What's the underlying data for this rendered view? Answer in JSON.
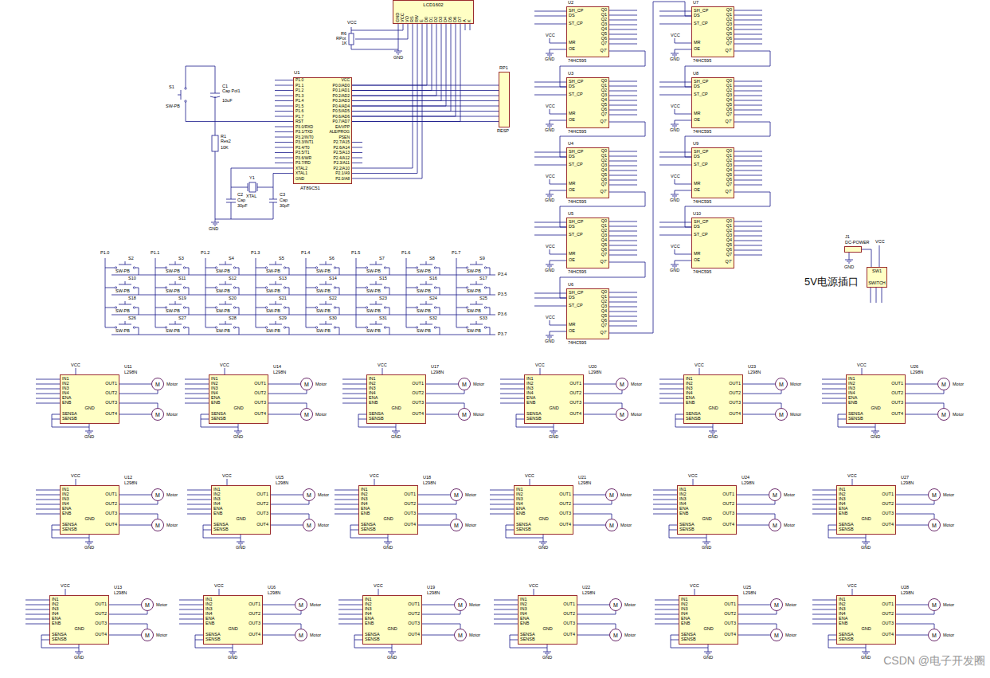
{
  "diagram": {
    "nodes": [
      {
        "text": [
          "LCD1602",
          "GND",
          "VCC",
          "VO",
          "RS",
          "RW",
          "E",
          "D0",
          "D1",
          "D2",
          "D3",
          "D4",
          "D5",
          "D6",
          "D7",
          "A",
          "K"
        ]
      },
      {
        "text": [
          "U1",
          "AT89C51",
          "P1.0",
          "P1.1",
          "P1.2",
          "P1.3",
          "P1.4",
          "P1.5",
          "P1.6",
          "P1.7",
          "RST",
          "P3.0/RXD",
          "P3.1/TXD",
          "P3.2/INT0",
          "P3.3/INT1",
          "P3.4/T0",
          "P3.5/T1",
          "P3.6/WR",
          "P3.7/RD",
          "XTAL2",
          "XTAL1",
          "GND",
          "VCC",
          "P0.0/AD0",
          "P0.1/AD1",
          "P0.2/AD2",
          "P0.3/AD3",
          "P0.4/AD4",
          "P0.5/AD5",
          "P0.6/AD6",
          "P0.7/AD7",
          "EA/VPP",
          "ALE/PROG",
          "PSEN",
          "P2.7/A15",
          "P2.6/A14",
          "P2.5/A13",
          "P2.4/A12",
          "P2.3/A11",
          "P2.2/A10",
          "P2.1/A9",
          "P2.0/A8"
        ]
      },
      {
        "text": [
          "RP1",
          "RESP"
        ]
      },
      {
        "text": [
          "U2",
          "74HC595",
          "SH_CP",
          "DS",
          "ST_CP",
          "MR",
          "OE",
          "Q0",
          "Q1",
          "Q2",
          "Q3",
          "Q4",
          "Q5",
          "Q6",
          "Q7",
          "Q7'"
        ]
      },
      {
        "text": [
          "U3",
          "74HC595",
          "SH_CP",
          "DS",
          "ST_CP",
          "MR",
          "OE",
          "Q0",
          "Q1",
          "Q2",
          "Q3",
          "Q4",
          "Q5",
          "Q6",
          "Q7",
          "Q7'"
        ]
      },
      {
        "text": [
          "U4",
          "74HC595",
          "SH_CP",
          "DS",
          "ST_CP",
          "MR",
          "OE",
          "Q0",
          "Q1",
          "Q2",
          "Q3",
          "Q4",
          "Q5",
          "Q6",
          "Q7",
          "Q7'"
        ]
      },
      {
        "text": [
          "U5",
          "74HC595",
          "SH_CP",
          "DS",
          "ST_CP",
          "MR",
          "OE",
          "Q0",
          "Q1",
          "Q2",
          "Q3",
          "Q4",
          "Q5",
          "Q6",
          "Q7",
          "Q7'"
        ]
      },
      {
        "text": [
          "U6",
          "74HC595",
          "SH_CP",
          "DS",
          "ST_CP",
          "MR",
          "OE",
          "Q0",
          "Q1",
          "Q2",
          "Q3",
          "Q4",
          "Q5",
          "Q6",
          "Q7",
          "Q7'"
        ]
      },
      {
        "text": [
          "U7",
          "74HC595",
          "SH_CP",
          "DS",
          "ST_CP",
          "MR",
          "OE",
          "Q0",
          "Q1",
          "Q2",
          "Q3",
          "Q4",
          "Q5",
          "Q6",
          "Q7",
          "Q7'"
        ]
      },
      {
        "text": [
          "U8",
          "74HC595",
          "SH_CP",
          "DS",
          "ST_CP",
          "MR",
          "OE",
          "Q0",
          "Q1",
          "Q2",
          "Q3",
          "Q4",
          "Q5",
          "Q6",
          "Q7",
          "Q7'"
        ]
      },
      {
        "text": [
          "U9",
          "74HC595",
          "SH_CP",
          "DS",
          "ST_CP",
          "MR",
          "OE",
          "Q0",
          "Q1",
          "Q2",
          "Q3",
          "Q4",
          "Q5",
          "Q6",
          "Q7",
          "Q7'"
        ]
      },
      {
        "text": [
          "U10",
          "74HC595",
          "SH_CP",
          "DS",
          "ST_CP",
          "MR",
          "OE",
          "Q0",
          "Q1",
          "Q2",
          "Q3",
          "Q4",
          "Q5",
          "Q6",
          "Q7",
          "Q7'"
        ]
      },
      {
        "text": [
          "U11",
          "L298N",
          "IN1",
          "IN2",
          "IN3",
          "IN4",
          "ENA",
          "ENB",
          "SENSA",
          "SENSB",
          "OUT1",
          "OUT2",
          "OUT3",
          "OUT4",
          "GND"
        ]
      },
      {
        "text": [
          "M",
          "Motor"
        ]
      },
      {
        "text": [
          "M",
          "Motor"
        ]
      },
      {
        "text": [
          "U14",
          "L298N",
          "IN1",
          "IN2",
          "IN3",
          "IN4",
          "ENA",
          "ENB",
          "SENSA",
          "SENSB",
          "OUT1",
          "OUT2",
          "OUT3",
          "OUT4",
          "GND"
        ]
      },
      {
        "text": [
          "M",
          "Motor"
        ]
      },
      {
        "text": [
          "M",
          "Motor"
        ]
      },
      {
        "text": [
          "U17",
          "L298N",
          "IN1",
          "IN2",
          "IN3",
          "IN4",
          "ENA",
          "ENB",
          "SENSA",
          "SENSB",
          "OUT1",
          "OUT2",
          "OUT3",
          "OUT4",
          "GND"
        ]
      },
      {
        "text": [
          "M",
          "Motor"
        ]
      },
      {
        "text": [
          "M",
          "Motor"
        ]
      },
      {
        "text": [
          "U20",
          "L298N",
          "IN1",
          "IN2",
          "IN3",
          "IN4",
          "ENA",
          "ENB",
          "SENSA",
          "SENSB",
          "OUT1",
          "OUT2",
          "OUT3",
          "OUT4",
          "GND"
        ]
      },
      {
        "text": [
          "M",
          "Motor"
        ]
      },
      {
        "text": [
          "M",
          "Motor"
        ]
      },
      {
        "text": [
          "U23",
          "L298N",
          "IN1",
          "IN2",
          "IN3",
          "IN4",
          "ENA",
          "ENB",
          "SENSA",
          "SENSB",
          "OUT1",
          "OUT2",
          "OUT3",
          "OUT4",
          "GND"
        ]
      },
      {
        "text": [
          "M",
          "Motor"
        ]
      },
      {
        "text": [
          "M",
          "Motor"
        ]
      },
      {
        "text": [
          "U26",
          "L298N",
          "IN1",
          "IN2",
          "IN3",
          "IN4",
          "ENA",
          "ENB",
          "SENSA",
          "SENSB",
          "OUT1",
          "OUT2",
          "OUT3",
          "OUT4",
          "GND"
        ]
      },
      {
        "text": [
          "M",
          "Motor"
        ]
      },
      {
        "text": [
          "M",
          "Motor"
        ]
      },
      {
        "text": [
          "U12",
          "L298N",
          "IN1",
          "IN2",
          "IN3",
          "IN4",
          "ENA",
          "ENB",
          "SENSA",
          "SENSB",
          "OUT1",
          "OUT2",
          "OUT3",
          "OUT4",
          "GND"
        ]
      },
      {
        "text": [
          "M",
          "Motor"
        ]
      },
      {
        "text": [
          "M",
          "Motor"
        ]
      },
      {
        "text": [
          "U15",
          "L298N",
          "IN1",
          "IN2",
          "IN3",
          "IN4",
          "ENA",
          "ENB",
          "SENSA",
          "SENSB",
          "OUT1",
          "OUT2",
          "OUT3",
          "OUT4",
          "GND"
        ]
      },
      {
        "text": [
          "M",
          "Motor"
        ]
      },
      {
        "text": [
          "M",
          "Motor"
        ]
      },
      {
        "text": [
          "U18",
          "L298N",
          "IN1",
          "IN2",
          "IN3",
          "IN4",
          "ENA",
          "ENB",
          "SENSA",
          "SENSB",
          "OUT1",
          "OUT2",
          "OUT3",
          "OUT4",
          "GND"
        ]
      },
      {
        "text": [
          "M",
          "Motor"
        ]
      },
      {
        "text": [
          "M",
          "Motor"
        ]
      },
      {
        "text": [
          "U21",
          "L298N",
          "IN1",
          "IN2",
          "IN3",
          "IN4",
          "ENA",
          "ENB",
          "SENSA",
          "SENSB",
          "OUT1",
          "OUT2",
          "OUT3",
          "OUT4",
          "GND"
        ]
      },
      {
        "text": [
          "M",
          "Motor"
        ]
      },
      {
        "text": [
          "M",
          "Motor"
        ]
      },
      {
        "text": [
          "U24",
          "L298N",
          "IN1",
          "IN2",
          "IN3",
          "IN4",
          "ENA",
          "ENB",
          "SENSA",
          "SENSB",
          "OUT1",
          "OUT2",
          "OUT3",
          "OUT4",
          "GND"
        ]
      },
      {
        "text": [
          "M",
          "Motor"
        ]
      },
      {
        "text": [
          "M",
          "Motor"
        ]
      },
      {
        "text": [
          "U27",
          "L298N",
          "IN1",
          "IN2",
          "IN3",
          "IN4",
          "ENA",
          "ENB",
          "SENSA",
          "SENSB",
          "OUT1",
          "OUT2",
          "OUT3",
          "OUT4",
          "GND"
        ]
      },
      {
        "text": [
          "M",
          "Motor"
        ]
      },
      {
        "text": [
          "M",
          "Motor"
        ]
      },
      {
        "text": [
          "U13",
          "L298N",
          "IN1",
          "IN2",
          "IN3",
          "IN4",
          "ENA",
          "ENB",
          "SENSA",
          "SENSB",
          "OUT1",
          "OUT2",
          "OUT3",
          "OUT4",
          "GND"
        ]
      },
      {
        "text": [
          "M",
          "Motor"
        ]
      },
      {
        "text": [
          "M",
          "Motor"
        ]
      },
      {
        "text": [
          "U16",
          "L298N",
          "IN1",
          "IN2",
          "IN3",
          "IN4",
          "ENA",
          "ENB",
          "SENSA",
          "SENSB",
          "OUT1",
          "OUT2",
          "OUT3",
          "OUT4",
          "GND"
        ]
      },
      {
        "text": [
          "M",
          "Motor"
        ]
      },
      {
        "text": [
          "M",
          "Motor"
        ]
      },
      {
        "text": [
          "U19",
          "L298N",
          "IN1",
          "IN2",
          "IN3",
          "IN4",
          "ENA",
          "ENB",
          "SENSA",
          "SENSB",
          "OUT1",
          "OUT2",
          "OUT3",
          "OUT4",
          "GND"
        ]
      },
      {
        "text": [
          "M",
          "Motor"
        ]
      },
      {
        "text": [
          "M",
          "Motor"
        ]
      },
      {
        "text": [
          "U22",
          "L298N",
          "IN1",
          "IN2",
          "IN3",
          "IN4",
          "ENA",
          "ENB",
          "SENSA",
          "SENSB",
          "OUT1",
          "OUT2",
          "OUT3",
          "OUT4",
          "GND"
        ]
      },
      {
        "text": [
          "M",
          "Motor"
        ]
      },
      {
        "text": [
          "M",
          "Motor"
        ]
      },
      {
        "text": [
          "U25",
          "L298N",
          "IN1",
          "IN2",
          "IN3",
          "IN4",
          "ENA",
          "ENB",
          "SENSA",
          "SENSB",
          "OUT1",
          "OUT2",
          "OUT3",
          "OUT4",
          "GND"
        ]
      },
      {
        "text": [
          "M",
          "Motor"
        ]
      },
      {
        "text": [
          "M",
          "Motor"
        ]
      },
      {
        "text": [
          "U28",
          "L298N",
          "IN1",
          "IN2",
          "IN3",
          "IN4",
          "ENA",
          "ENB",
          "SENSA",
          "SENSB",
          "OUT1",
          "OUT2",
          "OUT3",
          "OUT4",
          "GND"
        ]
      },
      {
        "text": [
          "M",
          "Motor"
        ]
      },
      {
        "text": [
          "M",
          "Motor"
        ]
      },
      {
        "text": [
          "J1",
          "DC-POWER"
        ]
      },
      {
        "text": [
          "SW1",
          "SWITCH"
        ]
      }
    ],
    "edges": [
      {
        "from": 1,
        "to": 0,
        "arrow": "none"
      },
      {
        "from": 1,
        "to": 2,
        "arrow": "none"
      },
      {
        "from": 3,
        "to": 4,
        "arrow": "none"
      },
      {
        "from": 4,
        "to": 5,
        "arrow": "none"
      },
      {
        "from": 5,
        "to": 6,
        "arrow": "none"
      },
      {
        "from": 6,
        "to": 7,
        "arrow": "none"
      },
      {
        "from": 7,
        "to": 8,
        "arrow": "none"
      },
      {
        "from": 8,
        "to": 9,
        "arrow": "none"
      },
      {
        "from": 9,
        "to": 10,
        "arrow": "none"
      },
      {
        "from": 10,
        "to": 11,
        "arrow": "none"
      },
      {
        "from": 12,
        "to": 13,
        "arrow": "none"
      },
      {
        "from": 12,
        "to": 14,
        "arrow": "none"
      },
      {
        "from": 15,
        "to": 16,
        "arrow": "none"
      },
      {
        "from": 15,
        "to": 17,
        "arrow": "none"
      },
      {
        "from": 18,
        "to": 19,
        "arrow": "none"
      },
      {
        "from": 18,
        "to": 20,
        "arrow": "none"
      },
      {
        "from": 21,
        "to": 22,
        "arrow": "none"
      },
      {
        "from": 21,
        "to": 23,
        "arrow": "none"
      },
      {
        "from": 24,
        "to": 25,
        "arrow": "none"
      },
      {
        "from": 24,
        "to": 26,
        "arrow": "none"
      },
      {
        "from": 27,
        "to": 28,
        "arrow": "none"
      },
      {
        "from": 27,
        "to": 29,
        "arrow": "none"
      },
      {
        "from": 30,
        "to": 31,
        "arrow": "none"
      },
      {
        "from": 30,
        "to": 32,
        "arrow": "none"
      },
      {
        "from": 33,
        "to": 34,
        "arrow": "none"
      },
      {
        "from": 33,
        "to": 35,
        "arrow": "none"
      },
      {
        "from": 36,
        "to": 37,
        "arrow": "none"
      },
      {
        "from": 36,
        "to": 38,
        "arrow": "none"
      },
      {
        "from": 39,
        "to": 40,
        "arrow": "none"
      },
      {
        "from": 39,
        "to": 41,
        "arrow": "none"
      },
      {
        "from": 42,
        "to": 43,
        "arrow": "none"
      },
      {
        "from": 42,
        "to": 44,
        "arrow": "none"
      },
      {
        "from": 45,
        "to": 46,
        "arrow": "none"
      },
      {
        "from": 45,
        "to": 47,
        "arrow": "none"
      },
      {
        "from": 48,
        "to": 49,
        "arrow": "none"
      },
      {
        "from": 48,
        "to": 50,
        "arrow": "none"
      },
      {
        "from": 51,
        "to": 52,
        "arrow": "none"
      },
      {
        "from": 51,
        "to": 53,
        "arrow": "none"
      },
      {
        "from": 54,
        "to": 55,
        "arrow": "none"
      },
      {
        "from": 54,
        "to": 56,
        "arrow": "none"
      },
      {
        "from": 57,
        "to": 58,
        "arrow": "none"
      },
      {
        "from": 57,
        "to": 59,
        "arrow": "none"
      },
      {
        "from": 60,
        "to": 61,
        "arrow": "none"
      },
      {
        "from": 60,
        "to": 62,
        "arrow": "none"
      },
      {
        "from": 63,
        "to": 64,
        "arrow": "none"
      },
      {
        "from": 63,
        "to": 65,
        "arrow": "none"
      },
      {
        "from": 66,
        "to": 67,
        "arrow": "none"
      }
    ],
    "labels": [
      "S1",
      "SW-PB",
      "C1",
      "Cap Pol1",
      "10uF",
      "R1",
      "Res2",
      "10K",
      "Y1",
      "XTAL",
      "C2",
      "Cap",
      "30pF",
      "C3",
      "Cap",
      "30pF",
      "GND",
      "VCC",
      "R6",
      "RPot",
      "1K",
      "GND",
      "5V电源插口",
      "CSDN @电子开发圈",
      "VCC",
      "GND",
      "S2",
      "SW-PB",
      "S3",
      "SW-PB",
      "S4",
      "SW-PB",
      "S5",
      "SW-PB",
      "S6",
      "SW-PB",
      "S7",
      "SW-PB",
      "S8",
      "SW-PB",
      "S9",
      "SW-PB",
      "S10",
      "SW-PB",
      "S11",
      "SW-PB",
      "S12",
      "SW-PB",
      "S13",
      "SW-PB",
      "S14",
      "SW-PB",
      "S15",
      "SW-PB",
      "S16",
      "SW-PB",
      "S17",
      "SW-PB",
      "S18",
      "SW-PB",
      "S19",
      "SW-PB",
      "S20",
      "SW-PB",
      "S21",
      "SW-PB",
      "S22",
      "SW-PB",
      "S23",
      "SW-PB",
      "S24",
      "SW-PB",
      "S25",
      "SW-PB",
      "S26",
      "SW-PB",
      "S27",
      "SW-PB",
      "S28",
      "SW-PB",
      "S29",
      "SW-PB",
      "S30",
      "SW-PB",
      "S31",
      "SW-PB",
      "S32",
      "SW-PB",
      "S33",
      "SW-PB",
      "P1.0",
      "P1.1",
      "P1.2",
      "P1.3",
      "P1.4",
      "P1.5",
      "P1.6",
      "P1.7",
      "P3.4",
      "P3.5",
      "P3.6",
      "P3.7",
      "VCC",
      "GND",
      "VCC",
      "GND",
      "VCC",
      "GND",
      "VCC",
      "GND",
      "VCC",
      "GND",
      "VCC",
      "GND",
      "VCC",
      "GND",
      "VCC",
      "GND",
      "VCC",
      "GND",
      "VCC",
      "GND",
      "VCC",
      "GND",
      "VCC",
      "GND",
      "VCC",
      "GND",
      "VCC",
      "GND",
      "VCC",
      "GND",
      "VCC",
      "GND",
      "VCC",
      "GND",
      "VCC",
      "GND",
      "VCC",
      "GND",
      "VCC",
      "GND",
      "VCC",
      "GND",
      "VCC",
      "GND",
      "VCC",
      "GND",
      "VCC",
      "GND",
      "VCC",
      "GND",
      "VCC",
      "GND",
      "VCC",
      "GND"
    ]
  }
}
